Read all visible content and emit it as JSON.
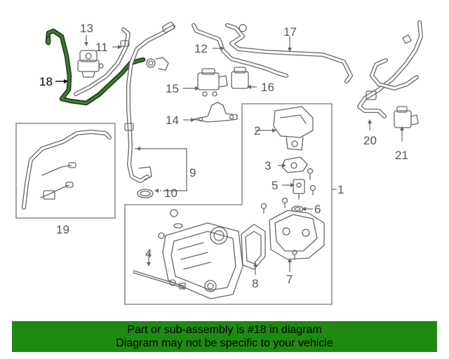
{
  "highlight_color": "#1f8a12",
  "highlighted_part": "18",
  "labels": {
    "l1": "1",
    "l2": "2",
    "l3": "3",
    "l4": "4",
    "l5": "5",
    "l6": "6",
    "l7": "7",
    "l8": "8",
    "l9": "9",
    "l10": "10",
    "l11": "11",
    "l12": "12",
    "l13": "13",
    "l14": "14",
    "l15": "15",
    "l16": "16",
    "l17": "17",
    "l18": "18",
    "l19": "19",
    "l20": "20",
    "l21": "21"
  },
  "banner": {
    "line1": "Part or sub-assembly is #18 in diagram",
    "line2": "Diagram may not be specific to your vehicle"
  }
}
